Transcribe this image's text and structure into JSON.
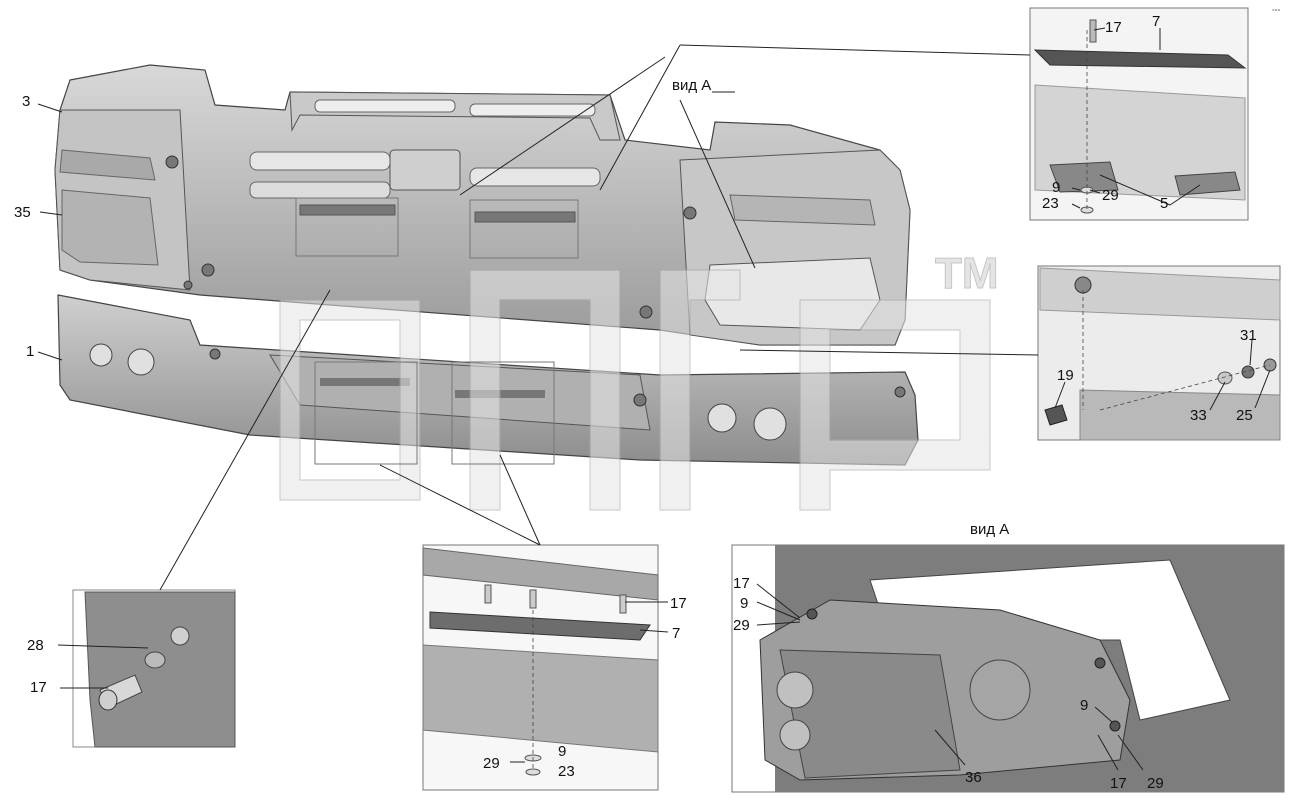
{
  "title_main": "вид А",
  "title_detail": "вид А",
  "watermark_tm": "TM",
  "labels": {
    "p3": "3",
    "p35": "35",
    "p1": "1",
    "p28": "28",
    "p17_bl": "17",
    "tr_17": "17",
    "tr_7": "7",
    "tr_9": "9",
    "tr_29": "29",
    "tr_23": "23",
    "tr_5": "5",
    "mr_31": "31",
    "mr_19": "19",
    "mr_33": "33",
    "mr_25": "25",
    "bc_17": "17",
    "bc_7": "7",
    "bc_29": "29",
    "bc_9": "9",
    "bc_23": "23",
    "br_17a": "17",
    "br_9a": "9",
    "br_29a": "29",
    "br_9b": "9",
    "br_17b": "17",
    "br_29b": "29",
    "br_36": "36"
  },
  "colors": {
    "part_fill": "#bcbcbc",
    "part_dark": "#8a8a8a",
    "line": "#222222",
    "watermark": "#d9d9d9"
  }
}
